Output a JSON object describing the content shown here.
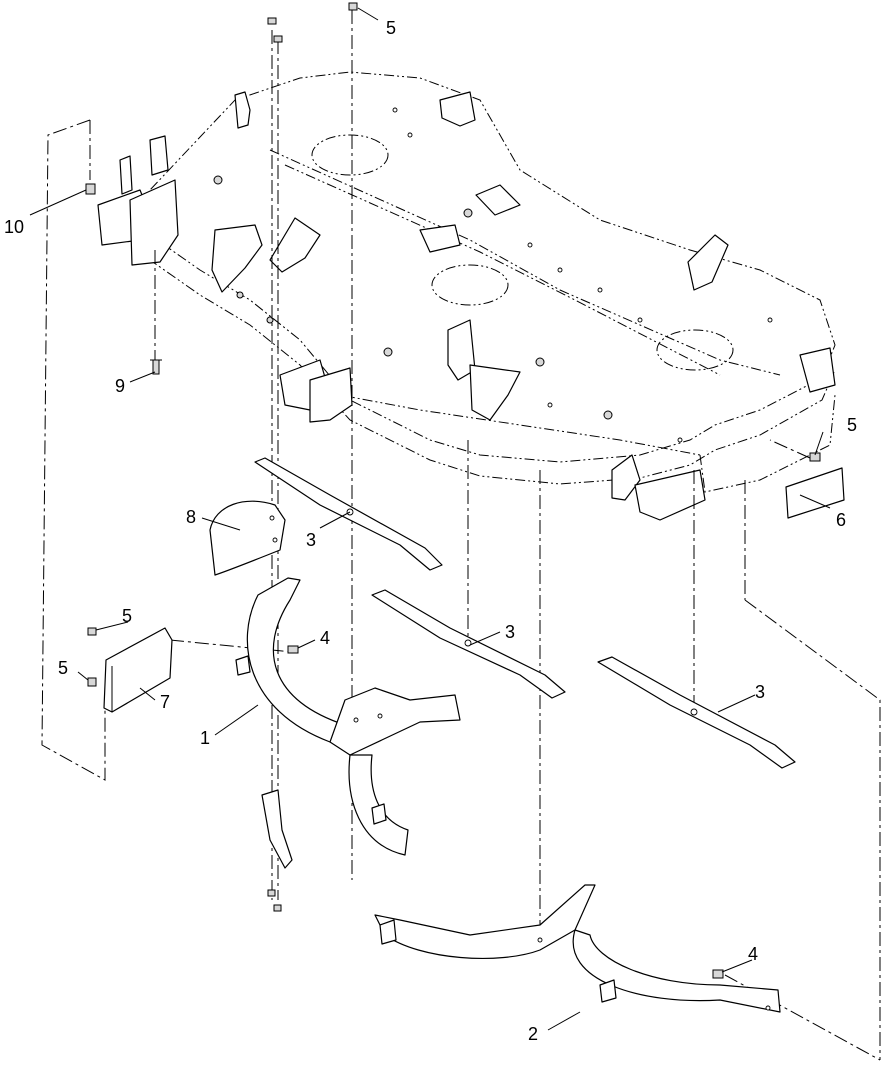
{
  "callouts": {
    "c1": "1",
    "c2": "2",
    "c3a": "3",
    "c3b": "3",
    "c3c": "3",
    "c4a": "4",
    "c4b": "4",
    "c5a": "5",
    "c5b": "5",
    "c5c": "5",
    "c5d": "5",
    "c6": "6",
    "c7": "7",
    "c8": "8",
    "c9": "9",
    "c10": "10"
  }
}
